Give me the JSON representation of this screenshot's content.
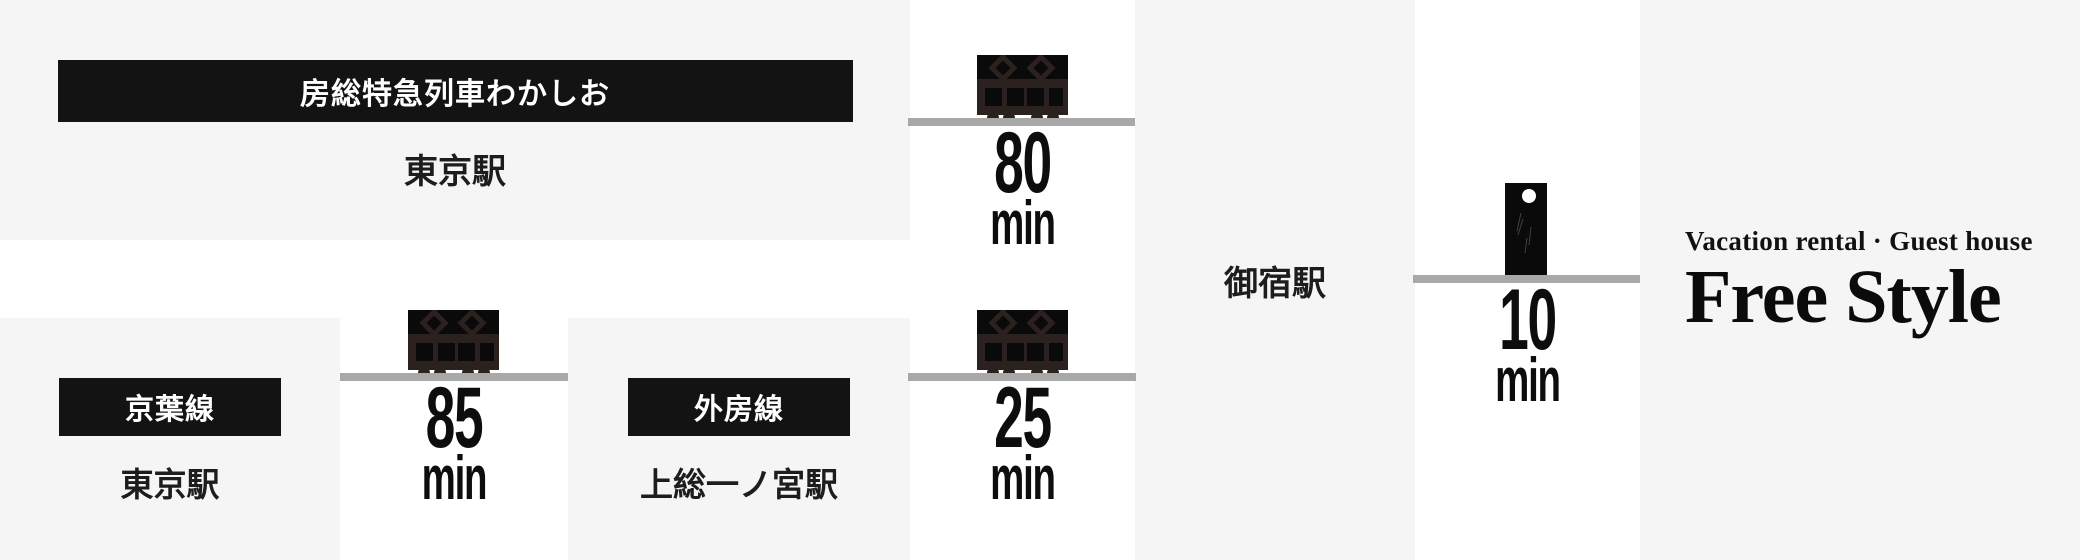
{
  "colors": {
    "panel_bg": "#f5f5f5",
    "page_bg": "#ffffff",
    "badge_bg": "#131313",
    "badge_text": "#ffffff",
    "rail_line": "#a8a8a8",
    "train_body": "#2b211f",
    "train_dark": "#0a0a0a",
    "text": "#1d1d1d"
  },
  "route_top": {
    "origin": {
      "line_badge": "房総特急列車わかしお",
      "station": "東京駅"
    },
    "segment": {
      "icon": "train-icon",
      "duration_value": "80",
      "duration_unit": "min"
    },
    "destination": {
      "station": "御宿駅"
    }
  },
  "route_bottom": {
    "origin": {
      "line_badge": "京葉線",
      "station": "東京駅"
    },
    "segment_1": {
      "icon": "train-icon",
      "duration_value": "85",
      "duration_unit": "min"
    },
    "transfer": {
      "line_badge": "外房線",
      "station": "上総一ノ宮駅"
    },
    "segment_2": {
      "icon": "train-icon",
      "duration_value": "25",
      "duration_unit": "min"
    }
  },
  "walk_segment": {
    "icon": "pedestrian-walking-icon",
    "duration_value": "10",
    "duration_unit": "min"
  },
  "logo": {
    "tagline": "Vacation rental · Guest house",
    "name": "Free Style"
  }
}
